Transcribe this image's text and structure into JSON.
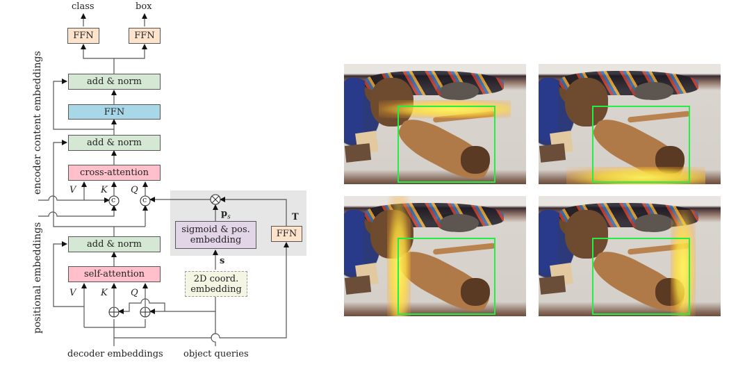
{
  "diagram": {
    "outputs": {
      "class": "class",
      "box": "box"
    },
    "boxes": {
      "ffn_class": "FFN",
      "ffn_box": "FFN",
      "add_norm_top": "add & norm",
      "ffn_mid": "FFN",
      "add_norm_mid": "add & norm",
      "cross_attention": "cross-attention",
      "add_norm_bottom": "add & norm",
      "self_attention": "self-attention",
      "sigmoid_pos": "sigmoid & pos. embedding",
      "ffn_T": "FFN",
      "coord_2d": "2D coord. embedding"
    },
    "labels": {
      "cross_V": "V",
      "cross_K": "K",
      "cross_Q": "Q",
      "self_V": "V",
      "self_K": "K",
      "self_Q": "Q",
      "ps": "p",
      "ps_sub": "s",
      "T": "T",
      "s": "s",
      "concat": "c"
    },
    "side_labels": {
      "encoder_content": "encoder content embeddings",
      "positional": "positional embeddings"
    },
    "inputs": {
      "decoder": "decoder embeddings",
      "object_queries": "object queries"
    }
  },
  "attention_maps": {
    "bbox_color": "#22ee44",
    "heat_color": "#ffe84a",
    "panels": [
      {
        "position": "top-left",
        "highlight": "top edge"
      },
      {
        "position": "top-right",
        "highlight": "bottom edge"
      },
      {
        "position": "bottom-left",
        "highlight": "left edge"
      },
      {
        "position": "bottom-right",
        "highlight": "right edge"
      }
    ]
  }
}
